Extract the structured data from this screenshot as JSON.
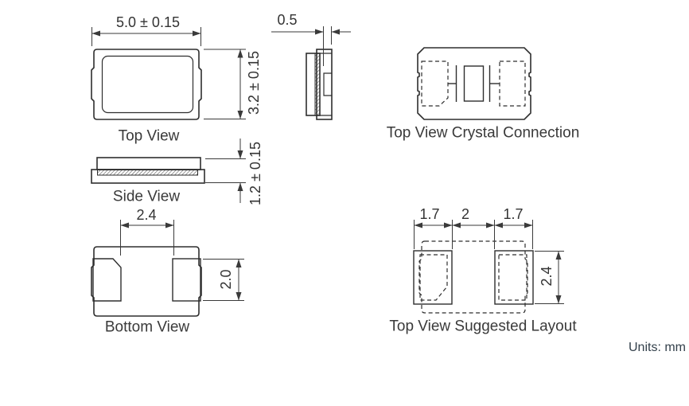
{
  "drawing": {
    "units": "Units: mm",
    "colors": {
      "line": "#2e2e2e",
      "text": "#333333",
      "background": "#ffffff"
    },
    "top_view": {
      "label": "Top View",
      "width_dim": "5.0 ± 0.15",
      "height_dim": "3.2 ± 0.15"
    },
    "end_view": {
      "lid_dim": "0.5"
    },
    "side_view": {
      "label": "Side View",
      "height_dim": "1.2 ± 0.15"
    },
    "bottom_view": {
      "label": "Bottom View",
      "pad_span_dim": "2.4",
      "pad_height_dim": "2.0"
    },
    "crystal_connection": {
      "label": "Top View Crystal Connection"
    },
    "suggested_layout": {
      "label": "Top View Suggested Layout",
      "left_pad_dim": "1.7",
      "gap_dim": "2",
      "right_pad_dim": "1.7",
      "pad_height_dim": "2.4"
    }
  }
}
